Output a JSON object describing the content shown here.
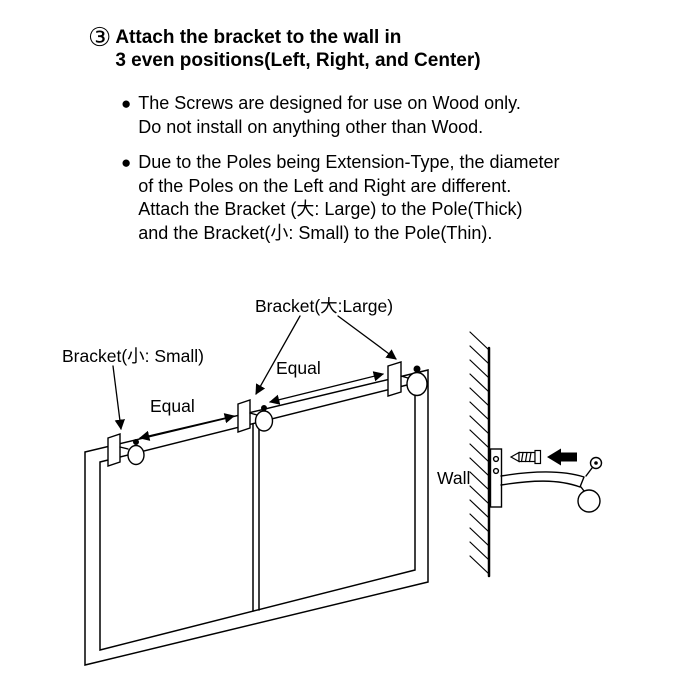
{
  "page": {
    "background": "#ffffff",
    "ink": "#000000"
  },
  "instructions": {
    "step_number": "③",
    "heading": [
      "Attach the bracket to the wall in",
      "3 even positions(Left, Right, and Center)"
    ],
    "bullet_glyph": "●",
    "bullets": [
      {
        "lines": [
          "The Screws are designed for use on Wood only.",
          "Do not install on anything other than Wood."
        ]
      },
      {
        "lines": [
          "Due to the Poles being Extension-Type, the diameter",
          "of the Poles on the Left and Right are different.",
          "Attach the Bracket (大: Large) to the Pole(Thick)",
          "and the Bracket(小: Small) to the Pole(Thin)."
        ]
      }
    ]
  },
  "diagram": {
    "labels": {
      "bracket_large": "Bracket(大:Large)",
      "bracket_small": "Bracket(小: Small)",
      "equal_top": "Equal",
      "equal_bottom": "Equal",
      "wall": "Wall"
    }
  }
}
